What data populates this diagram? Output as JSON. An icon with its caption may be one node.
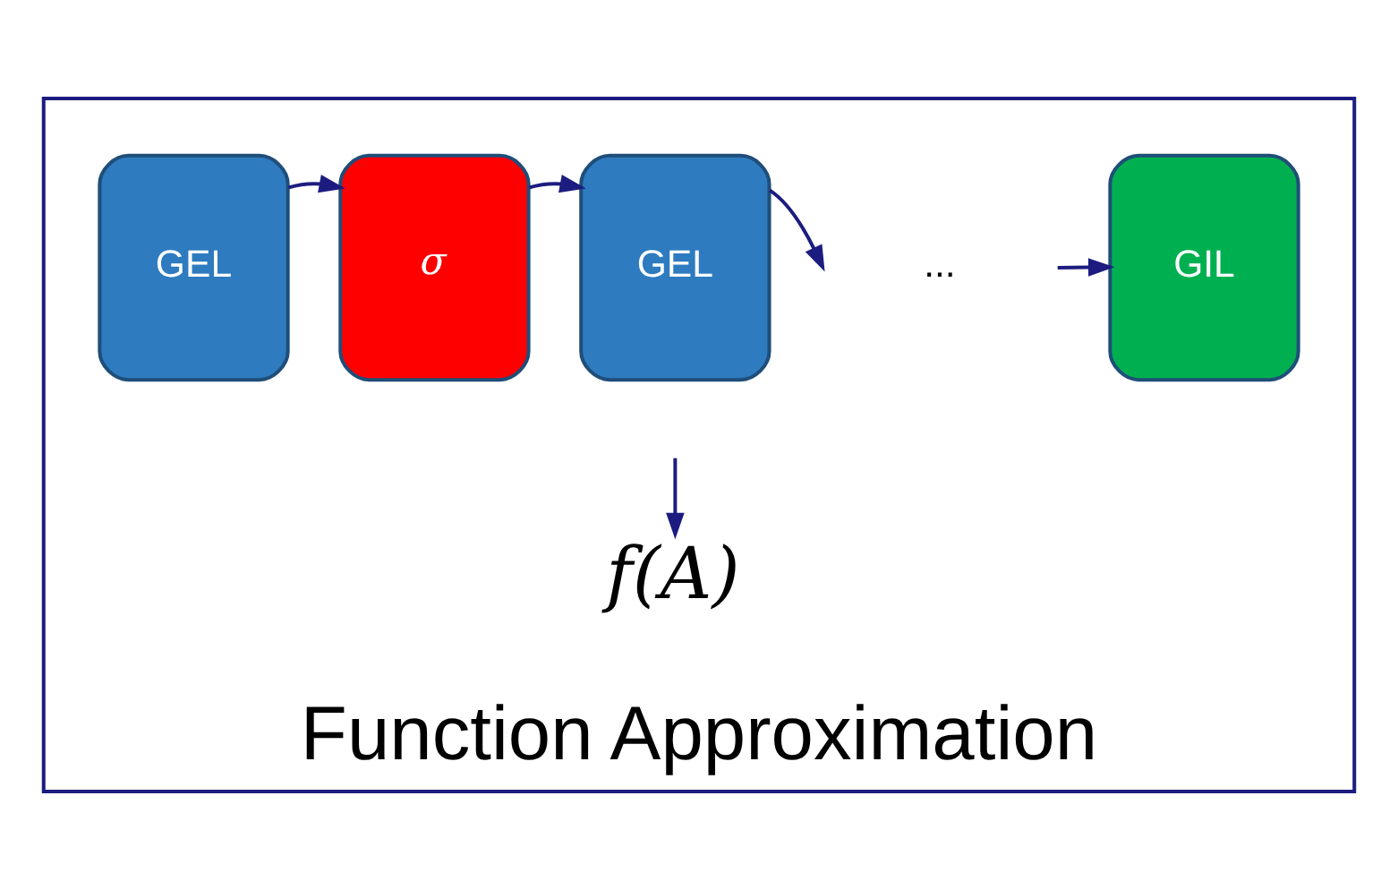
{
  "diagram": {
    "nodes": [
      {
        "text": [
          "Function Approximation"
        ]
      },
      {
        "text": [
          "GEL"
        ],
        "in": 0
      },
      {
        "text": [
          "σ"
        ],
        "in": 0
      },
      {
        "text": [
          "GEL"
        ],
        "in": 0
      },
      {
        "text": [
          "GIL"
        ],
        "in": 0
      },
      {
        "text": [
          "f(A)"
        ],
        "in": 0
      }
    ],
    "edges": [
      {
        "from": 1,
        "to": 2,
        "arrow": "to"
      },
      {
        "from": 2,
        "to": 3,
        "arrow": "to"
      },
      {
        "from": 3,
        "to": null,
        "arrow": "to"
      },
      {
        "from": null,
        "to": 4,
        "arrow": "to"
      },
      {
        "from": null,
        "to": 5,
        "arrow": "to"
      }
    ],
    "labels": [
      "..."
    ]
  }
}
